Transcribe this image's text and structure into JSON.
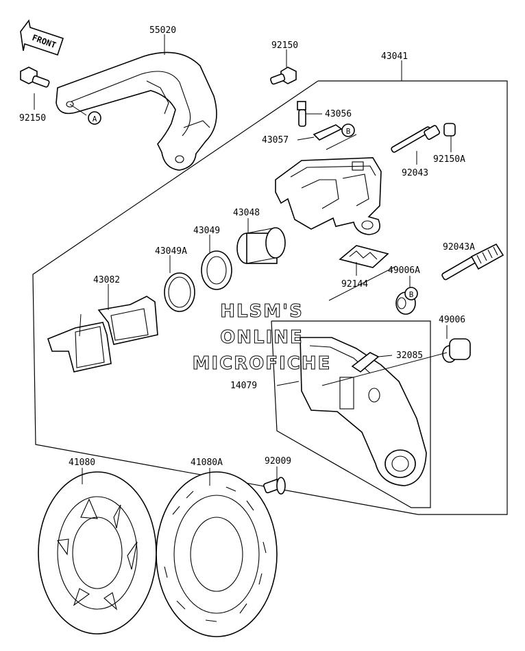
{
  "watermark": [
    "HLSM'S",
    "ONLINE",
    "MICROFICHE"
  ],
  "front_arrow": {
    "label": "FRONT"
  },
  "callouts": {
    "a": "A",
    "b": "B"
  },
  "parts": {
    "p55020": "55020",
    "p92150_left": "92150",
    "p92150_top": "92150",
    "p43041": "43041",
    "p43056": "43056",
    "p43057": "43057",
    "p92043": "92043",
    "p92150A": "92150A",
    "p43048": "43048",
    "p43049": "43049",
    "p43049A": "43049A",
    "p43082": "43082",
    "p92144": "92144",
    "p92043A": "92043A",
    "p49006A": "49006A",
    "p49006": "49006",
    "p32085": "32085",
    "p14079": "14079",
    "p41080": "41080",
    "p41080A": "41080A",
    "p92009": "92009"
  }
}
